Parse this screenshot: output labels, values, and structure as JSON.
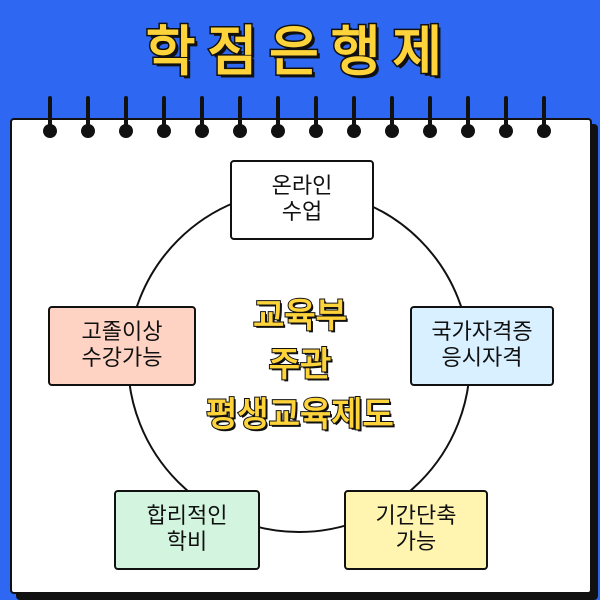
{
  "title": "학점은행제",
  "center": {
    "lines": [
      "교육부",
      "주관",
      "평생교육제도"
    ]
  },
  "nodes": {
    "top": {
      "lines": [
        "온라인",
        "수업"
      ]
    },
    "left": {
      "lines": [
        "고졸이상",
        "수강가능"
      ]
    },
    "right": {
      "lines": [
        "국가자격증",
        "응시자격"
      ]
    },
    "bottom_left": {
      "lines": [
        "합리적인",
        "학비"
      ]
    },
    "bottom_right": {
      "lines": [
        "기간단축",
        "가능"
      ]
    }
  },
  "colors": {
    "background": "#2e68f2",
    "title": "#ffd43b",
    "left_box": "#ffd3c4",
    "right_box": "#d8f0ff",
    "bottom_left_box": "#d3f5e0",
    "bottom_right_box": "#fff5b0"
  }
}
